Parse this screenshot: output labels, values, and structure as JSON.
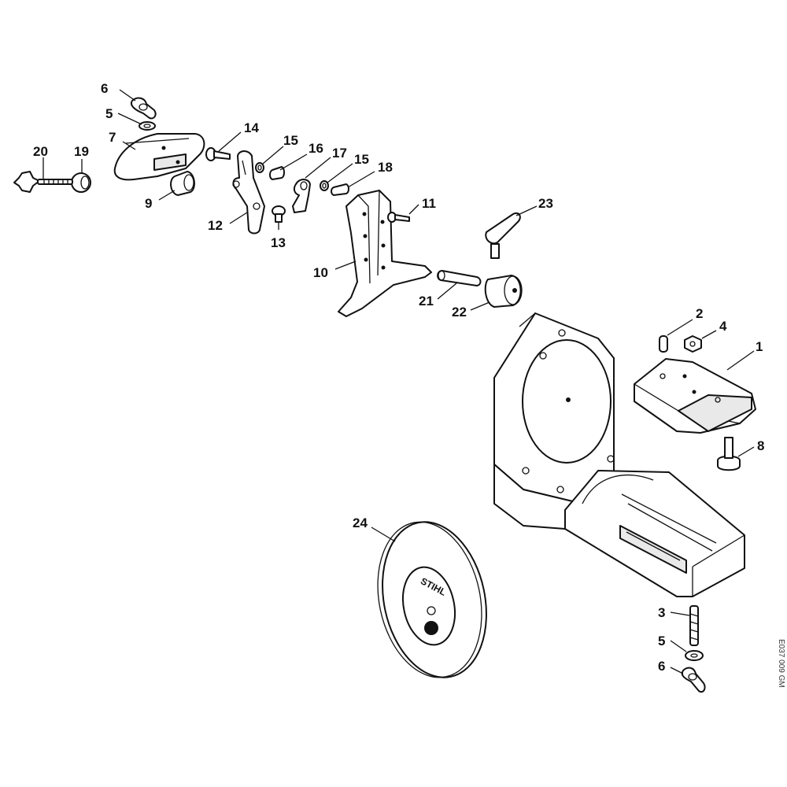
{
  "diagram": {
    "brand_mark": "STIHL",
    "drawing_code": "E037 009 GM"
  },
  "parts": [
    {
      "key": "p1",
      "label": "1",
      "icon": "sliding-cover"
    },
    {
      "key": "p2",
      "label": "2",
      "icon": "pin"
    },
    {
      "key": "p3",
      "label": "3",
      "icon": "threaded-stud"
    },
    {
      "key": "p4",
      "label": "4",
      "icon": "hex-nut"
    },
    {
      "key": "p5a",
      "label": "5",
      "icon": "washer"
    },
    {
      "key": "p5b",
      "label": "5",
      "icon": "washer"
    },
    {
      "key": "p6a",
      "label": "6",
      "icon": "wing-nut"
    },
    {
      "key": "p6b",
      "label": "6",
      "icon": "wing-nut"
    },
    {
      "key": "p7",
      "label": "7",
      "icon": "clamp-housing"
    },
    {
      "key": "p8",
      "label": "8",
      "icon": "carriage-bolt"
    },
    {
      "key": "p9",
      "label": "9",
      "icon": "collar"
    },
    {
      "key": "p10",
      "label": "10",
      "icon": "support-bracket"
    },
    {
      "key": "p11",
      "label": "11",
      "icon": "screw"
    },
    {
      "key": "p12",
      "label": "12",
      "icon": "lever"
    },
    {
      "key": "p13",
      "label": "13",
      "icon": "screw"
    },
    {
      "key": "p14",
      "label": "14",
      "icon": "bolt"
    },
    {
      "key": "p15a",
      "label": "15",
      "icon": "washer"
    },
    {
      "key": "p15b",
      "label": "15",
      "icon": "washer"
    },
    {
      "key": "p16",
      "label": "16",
      "icon": "sleeve"
    },
    {
      "key": "p17",
      "label": "17",
      "icon": "pawl"
    },
    {
      "key": "p18",
      "label": "18",
      "icon": "pin"
    },
    {
      "key": "p19",
      "label": "19",
      "icon": "washer-disc"
    },
    {
      "key": "p20",
      "label": "20",
      "icon": "star-knob-screw"
    },
    {
      "key": "p21",
      "label": "21",
      "icon": "shaft"
    },
    {
      "key": "p22",
      "label": "22",
      "icon": "clamp-block"
    },
    {
      "key": "p23",
      "label": "23",
      "icon": "clamping-lever"
    },
    {
      "key": "p24",
      "label": "24",
      "icon": "grinding-wheel"
    }
  ]
}
